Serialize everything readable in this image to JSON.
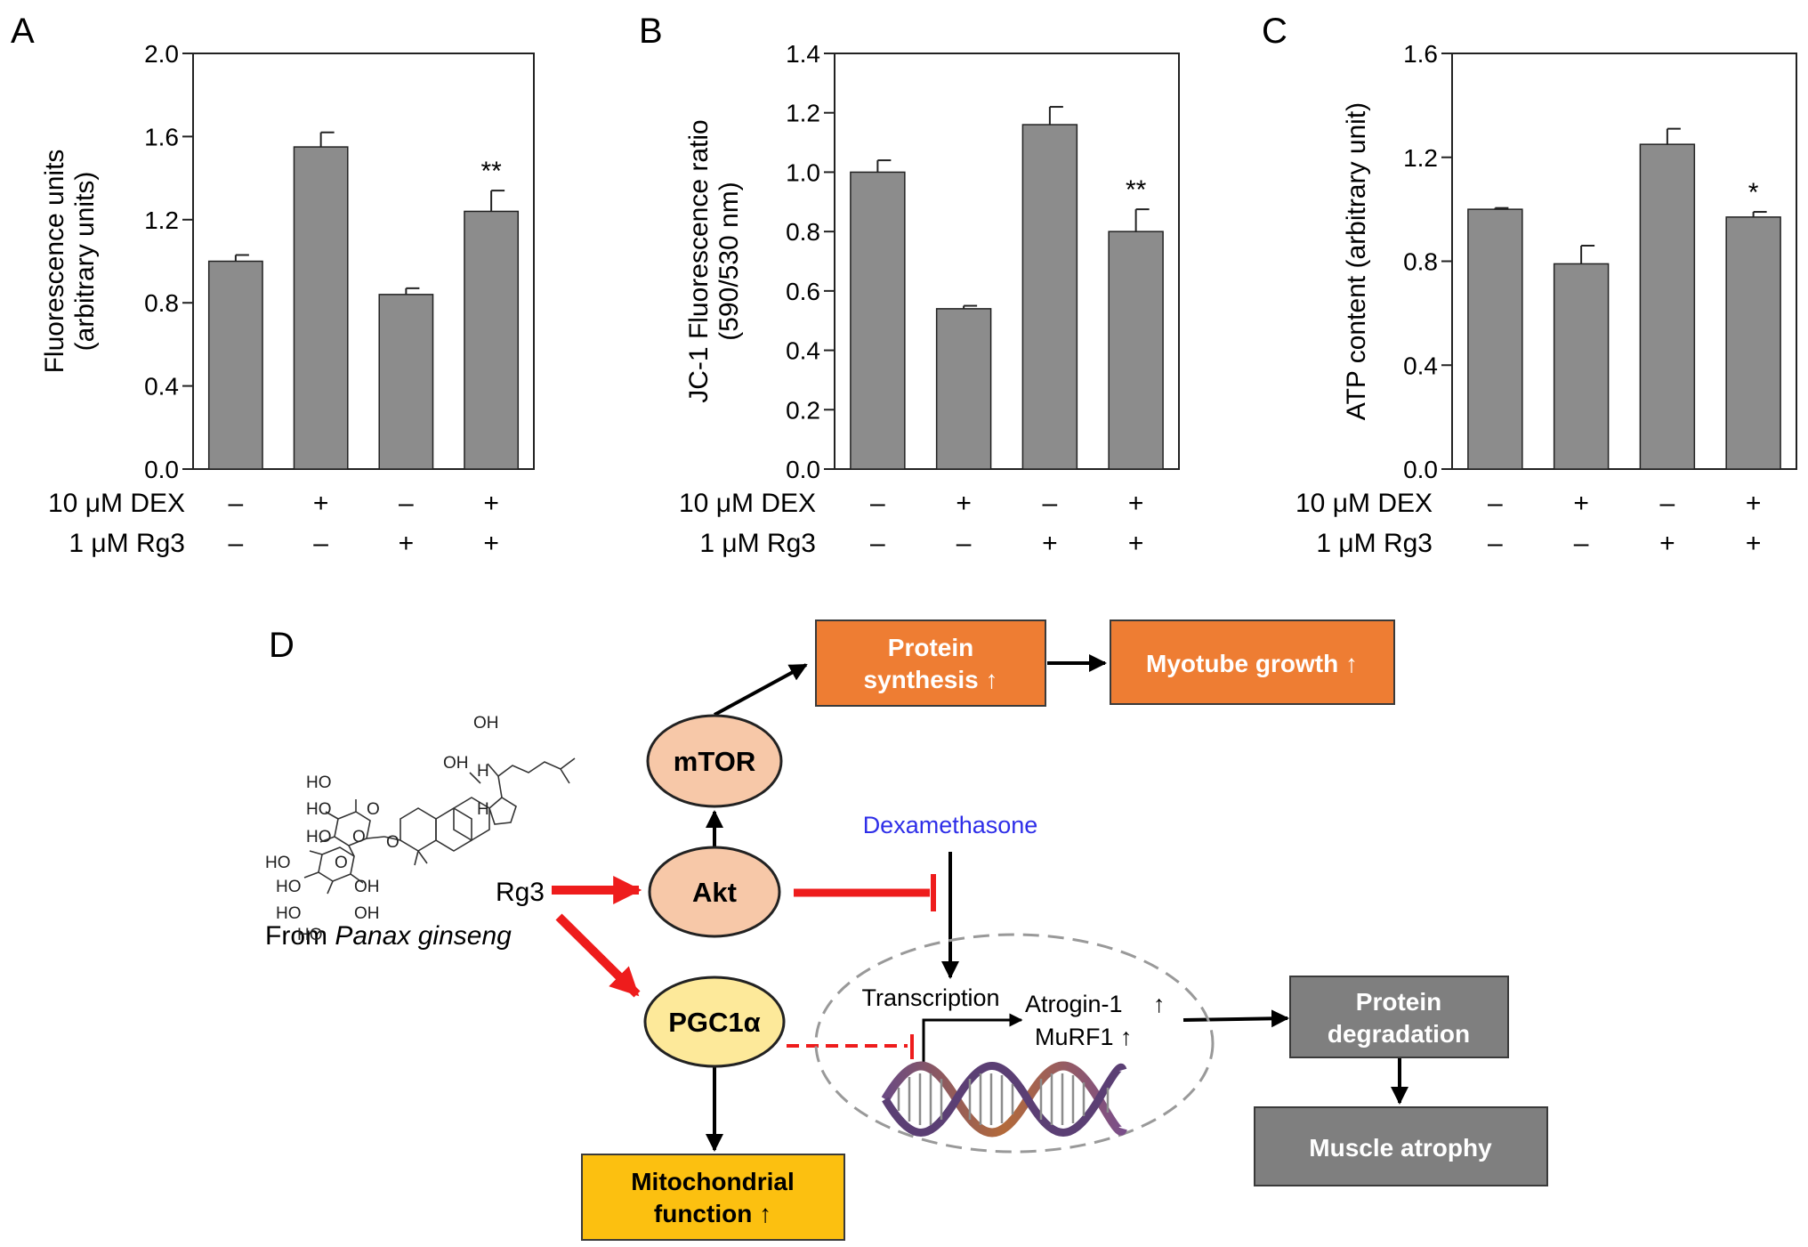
{
  "chart_data": [
    {
      "panel": "A",
      "type": "bar",
      "ylabel": [
        "Fluorescence units",
        "(arbitrary units)"
      ],
      "ylim": [
        0,
        2.0
      ],
      "yticks": [
        "0.0",
        "0.4",
        "0.8",
        "1.2",
        "1.6",
        "2.0"
      ],
      "values": [
        1.0,
        1.55,
        0.84,
        1.24
      ],
      "errors": [
        0.03,
        0.07,
        0.03,
        0.1
      ],
      "significance": [
        "",
        "",
        "",
        "**"
      ],
      "treatments": [
        {
          "label": "10 μM DEX",
          "signs": [
            "–",
            "+",
            "–",
            "+"
          ]
        },
        {
          "label": "1 μM Rg3",
          "signs": [
            "–",
            "–",
            "+",
            "+"
          ]
        }
      ]
    },
    {
      "panel": "B",
      "type": "bar",
      "ylabel": [
        "JC-1 Fluorescence ratio",
        "(590/530 nm)"
      ],
      "ylim": [
        0,
        1.4
      ],
      "yticks": [
        "0.0",
        "0.2",
        "0.4",
        "0.6",
        "0.8",
        "1.0",
        "1.2",
        "1.4"
      ],
      "values": [
        1.0,
        0.54,
        1.16,
        0.8
      ],
      "errors": [
        0.04,
        0.01,
        0.06,
        0.075
      ],
      "significance": [
        "",
        "",
        "",
        "**"
      ],
      "treatments": [
        {
          "label": "10 μM DEX",
          "signs": [
            "–",
            "+",
            "–",
            "+"
          ]
        },
        {
          "label": "1 μM Rg3",
          "signs": [
            "–",
            "–",
            "+",
            "+"
          ]
        }
      ]
    },
    {
      "panel": "C",
      "type": "bar",
      "ylabel": [
        "ATP content (arbitrary unit)"
      ],
      "ylim": [
        0,
        1.6
      ],
      "yticks": [
        "0.0",
        "0.4",
        "0.8",
        "1.2",
        "1.6"
      ],
      "values": [
        1.0,
        0.79,
        1.25,
        0.97
      ],
      "errors": [
        0.005,
        0.07,
        0.06,
        0.02
      ],
      "significance": [
        "",
        "",
        "",
        "*"
      ],
      "treatments": [
        {
          "label": "10 μM DEX",
          "signs": [
            "–",
            "+",
            "–",
            "+"
          ]
        },
        {
          "label": "1 μM Rg3",
          "signs": [
            "–",
            "–",
            "+",
            "+"
          ]
        }
      ]
    }
  ],
  "colors": {
    "bar": "#8c8c8c",
    "orange_box": "#ee7d33",
    "yellow_box": "#fcc010",
    "gray_box": "#7f7f7f",
    "salmon_node": "#f7c8a8",
    "pale_yellow_node": "#fde99a",
    "red_arrow": "#ee1c1c",
    "dexamethasone": "#2e2ee8"
  },
  "diagram": {
    "panel_label": "D",
    "nodes": {
      "mtor": "mTOR",
      "akt": "Akt",
      "pgc": "PGC1α",
      "protein_synthesis": [
        "Protein",
        "synthesis ↑"
      ],
      "myotube_growth": "Myotube growth ↑",
      "mitochondrial": [
        "Mitochondrial",
        "function ↑"
      ],
      "protein_degradation": [
        "Protein",
        "degradation"
      ],
      "muscle_atrophy": "Muscle atrophy",
      "dexamethasone": "Dexamethasone",
      "transcription": "Transcription",
      "atrogin": "Atrogin-1",
      "atrogin_arrow": "↑",
      "murf": "MuRF1 ↑",
      "rg3": "Rg3",
      "source_prefix": "From ",
      "source_species": "Panax ginseng"
    },
    "molecule_labels": [
      "OH",
      "OH",
      "H",
      "H",
      "HO",
      "HO",
      "O",
      "HO",
      "O",
      "O",
      "HO",
      "O",
      "HO",
      "OH",
      "HO",
      "OH",
      "HO"
    ]
  }
}
